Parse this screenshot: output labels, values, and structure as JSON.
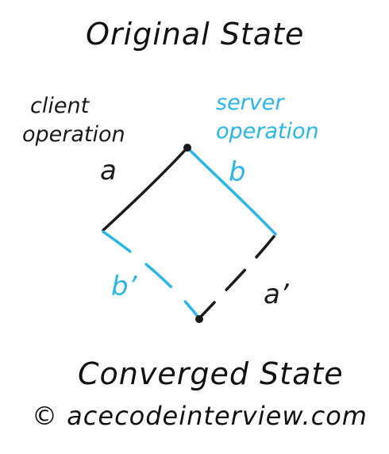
{
  "diagram": {
    "title": "Original State",
    "client_label_line1": "client",
    "client_label_line2": "operation",
    "server_label_line1": "server",
    "server_label_line2": "operation",
    "edge_a": "a",
    "edge_b": "b",
    "edge_b_prime": "b’",
    "edge_a_prime": "a’",
    "bottom_title": "Converged State",
    "credit": "© acecodeinterview.com"
  },
  "colors": {
    "client": "#1a1a1a",
    "server": "#29b6e8",
    "text": "#111111"
  }
}
